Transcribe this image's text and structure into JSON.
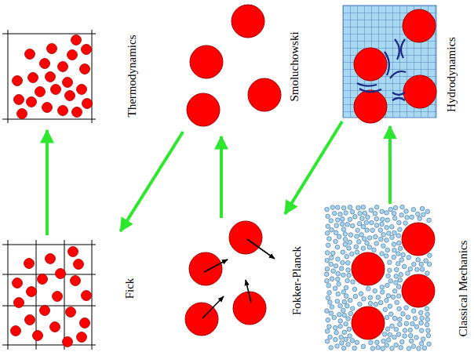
{
  "diagram": {
    "nodes": [
      {
        "text": [
          "Thermodynamics"
        ]
      },
      {
        "text": [
          "Smoluchowski"
        ]
      },
      {
        "text": [
          "Hydrodynamics"
        ]
      },
      {
        "text": [
          "Fick"
        ]
      },
      {
        "text": [
          "Fokker-Planck"
        ]
      },
      {
        "text": [
          "Classical Mechanics"
        ]
      }
    ],
    "edges": [
      {
        "from": 3,
        "to": 0,
        "arrow": "to"
      },
      {
        "from": 1,
        "to": 3,
        "arrow": "to"
      },
      {
        "from": 4,
        "to": 1,
        "arrow": "to"
      },
      {
        "from": 2,
        "to": 4,
        "arrow": "to"
      },
      {
        "from": 5,
        "to": 2,
        "arrow": "to"
      }
    ]
  }
}
